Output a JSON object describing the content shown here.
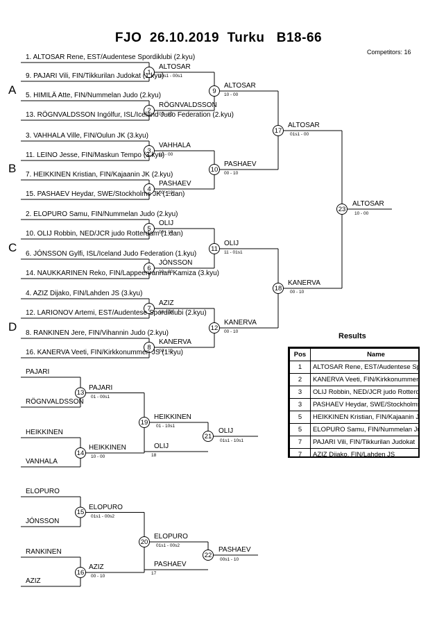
{
  "header": {
    "title": "FJO  26.10.2019  Turku   B18-66",
    "competitors": "Competitors: 16"
  },
  "pools": [
    "A",
    "B",
    "C",
    "D"
  ],
  "entries": [
    "1. ALTOSAR Rene, EST/Audentese Spordiklubi (2.kyu)",
    "9. PAJARI Vili, FIN/Tikkurilan Judokat (1.kyu)",
    "5. HIMILÄ Atte, FIN/Nummelan Judo (2.kyu)",
    "13. RÖGNVALDSSON Ingólfur, ISL/Iceland Judo Federation (2.kyu)",
    "3. VAHHALA Ville, FIN/Oulun JK (3.kyu)",
    "11. LEINO Jesse, FIN/Maskun Tempo (3.kyu)",
    "7. HEIKKINEN Kristian, FIN/Kajaanin JK (2.kyu)",
    "15. PASHAEV Heydar, SWE/Stockholms JK (1.dan)",
    "2. ELOPURO Samu, FIN/Nummelan Judo (2.kyu)",
    "10. OLIJ Robbin, NED/JCR judo Rotterdam (1.dan)",
    "6. JÓNSSON Gylfi, ISL/Iceland Judo Federation (1.kyu)",
    "14. NAUKKARINEN Reko, FIN/Lappeenrannan Kamiza (3.kyu)",
    "4. AZIZ Dijako, FIN/Lahden JS (3.kyu)",
    "12. LARIONOV Artemi, EST/Audentese Spordiklubi (2.kyu)",
    "8. RANKINEN Jere, FIN/Vihannin Judo (2.kyu)",
    "16. KANERVA Veeti, FIN/Kirkkonummen JS (1.kyu)"
  ],
  "matches": [
    {
      "num": "1",
      "winner": "ALTOSAR",
      "score": "10s1 - 00s1"
    },
    {
      "num": "2",
      "winner": "RÖGNVALDSSON",
      "score": "00 - 10"
    },
    {
      "num": "3",
      "winner": "VAHHALA",
      "score": "10 - 00"
    },
    {
      "num": "4",
      "winner": "PASHAEV",
      "score": "00 - 10"
    },
    {
      "num": "5",
      "winner": "OLIJ",
      "score": "00 - 10"
    },
    {
      "num": "6",
      "winner": "JÓNSSON",
      "score": "10 - 00"
    },
    {
      "num": "7",
      "winner": "AZIZ",
      "score": "10 - 00"
    },
    {
      "num": "8",
      "winner": "KANERVA",
      "score": "00 - 10"
    },
    {
      "num": "9",
      "winner": "ALTOSAR",
      "score": "10 - 00"
    },
    {
      "num": "10",
      "winner": "PASHAEV",
      "score": "00 - 10"
    },
    {
      "num": "11",
      "winner": "OLIJ",
      "score": "11 - 01s1"
    },
    {
      "num": "12",
      "winner": "KANERVA",
      "score": "00 - 10"
    },
    {
      "num": "17",
      "winner": "ALTOSAR",
      "score": "01s1 - 00"
    },
    {
      "num": "18",
      "winner": "KANERVA",
      "score": "00 - 10"
    },
    {
      "num": "23",
      "winner": "ALTOSAR",
      "score": "10 - 00"
    }
  ],
  "repechage": {
    "left_names": [
      "PAJARI",
      "RÖGNVALDSSON",
      "HEIKKINEN",
      "VANHALA",
      "ELOPURO",
      "JÓNSSON",
      "RANKINEN",
      "AZIZ"
    ],
    "matches": [
      {
        "num": "13",
        "winner": "PAJARI",
        "score": "01 - 00s1"
      },
      {
        "num": "14",
        "winner": "HEIKKINEN",
        "score": "10 - 00"
      },
      {
        "num": "19",
        "winner": "HEIKKINEN",
        "score": "01 - 10s1"
      },
      {
        "num": "21",
        "winner": "OLIJ",
        "score": "01s1 - 10s1"
      },
      {
        "num": "15",
        "winner": "ELOPURO",
        "score": "01s1 - 00s2"
      },
      {
        "num": "16",
        "winner": "AZIZ",
        "score": "00 - 10"
      },
      {
        "num": "20",
        "winner": "ELOPURO",
        "score": "01s1 - 00s2"
      },
      {
        "num": "22",
        "winner": "PASHAEV",
        "score": "00s1 - 10"
      }
    ],
    "crossovers": [
      {
        "name": "OLIJ",
        "from": "18"
      },
      {
        "name": "PASHAEV",
        "from": "17"
      }
    ]
  },
  "results": {
    "title": "Results",
    "headers": [
      "Pos",
      "Name"
    ],
    "rows": [
      [
        "1",
        "ALTOSAR Rene, EST/Audentese Spordiklubi"
      ],
      [
        "2",
        "KANERVA Veeti, FIN/Kirkkonummen JS"
      ],
      [
        "3",
        "OLIJ Robbin, NED/JCR judo Rotterdam"
      ],
      [
        "3",
        "PASHAEV Heydar, SWE/Stockholms JK"
      ],
      [
        "5",
        "HEIKKINEN Kristian, FIN/Kajaanin JK"
      ],
      [
        "5",
        "ELOPURO Samu, FIN/Nummelan Judo"
      ],
      [
        "7",
        "PAJARI Vili, FIN/Tikkurilan Judokat"
      ],
      [
        "7",
        "AZIZ Dijako, FIN/Lahden JS"
      ]
    ]
  }
}
